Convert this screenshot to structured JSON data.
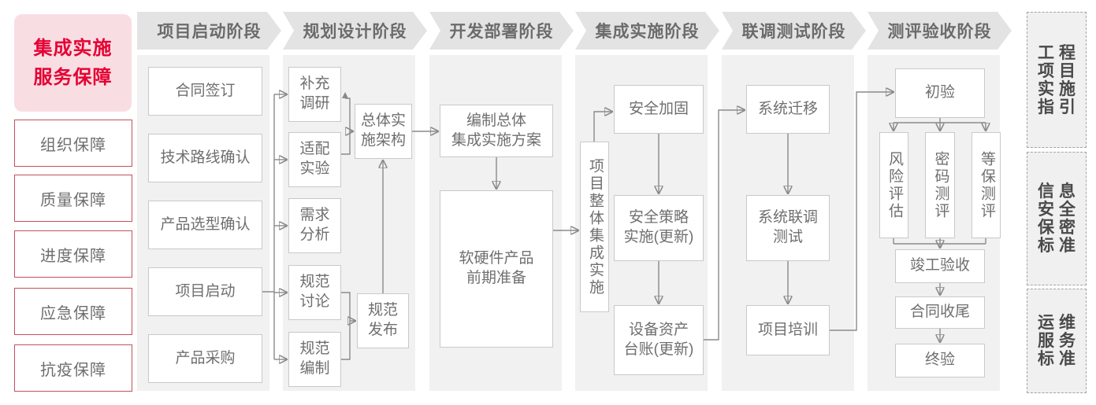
{
  "colors": {
    "accent_red": "#e60033",
    "sidebar_pink_bg": "#f8dee3",
    "sidebar_border_red": "#c54f5e",
    "chevron_gray": "#e4e3e3",
    "panel_gray": "#f2f1f1",
    "node_border": "#c9c9c9",
    "text_gray": "#6f6f6f",
    "connector_gray": "#8a8a8a"
  },
  "sidebar": {
    "header_label": "集成实施\n服务保障",
    "items": [
      {
        "label": "组织保障"
      },
      {
        "label": "质量保障"
      },
      {
        "label": "进度保障"
      },
      {
        "label": "应急保障"
      },
      {
        "label": "抗疫保障"
      }
    ]
  },
  "phases": [
    {
      "label": "项目启动阶段"
    },
    {
      "label": "规划设计阶段"
    },
    {
      "label": "开发部署阶段"
    },
    {
      "label": "集成实施阶段"
    },
    {
      "label": "联调测试阶段"
    },
    {
      "label": "测评验收阶段"
    }
  ],
  "nodes": {
    "contract_signing": "合同签订",
    "tech_route_confirm": "技术路线确认",
    "product_selection_confirm": "产品选型确认",
    "project_kickoff": "项目启动",
    "product_procurement": "产品采购",
    "supplementary_research": "补充\n调研",
    "adaptation_test": "适配\n实验",
    "requirement_analysis": "需求\n分析",
    "spec_discussion": "规范\n讨论",
    "spec_drafting": "规范\n编制",
    "overall_impl_architecture": "总体实\n施架构",
    "spec_release": "规范\n发布",
    "overall_integration_plan": "编制总体\n集成实施方案",
    "hw_sw_preparation": "软硬件产品\n前期准备",
    "overall_project_integration": "项目整体集成实施",
    "security_hardening": "安全加固",
    "security_policy_impl": "安全策略\n实施(更新)",
    "asset_ledger_update": "设备资产\n台账(更新)",
    "system_migration": "系统迁移",
    "system_joint_testing": "系统联调\n测试",
    "project_training": "项目培训",
    "initial_acceptance": "初验",
    "risk_assessment": "风险评估",
    "crypto_evaluation": "密码测评",
    "mlps_evaluation": "等保测评",
    "completion_acceptance": "竣工验收",
    "contract_closing": "合同收尾",
    "final_acceptance": "终验"
  },
  "right_rail": [
    {
      "name": "工程项目实施指引",
      "words": [
        "工程",
        "项目",
        "实施",
        "指引"
      ]
    },
    {
      "name": "信息安全保密标准",
      "words": [
        "信息",
        "安全",
        "保密",
        "标准"
      ]
    },
    {
      "name": "运维服务标准",
      "words": [
        "运维",
        "服务",
        "标准"
      ]
    }
  ]
}
